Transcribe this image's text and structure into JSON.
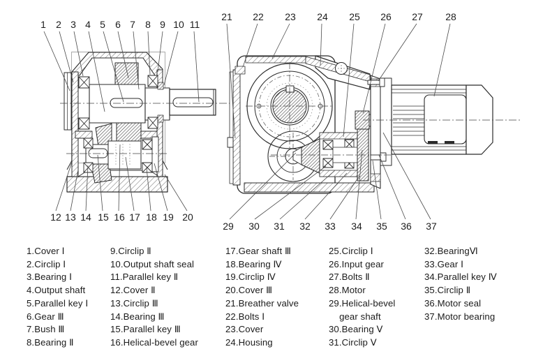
{
  "figure": {
    "type": "technical-cross-section",
    "subject": "helical-bevel gearmotor assembly, two section views with numbered parts"
  },
  "colors": {
    "background": "#ffffff",
    "line": "#2b2b2b",
    "hatch": "#666666",
    "text": "#1b1b1b"
  },
  "diagram": {
    "callouts": [
      "1",
      "2",
      "3",
      "4",
      "5",
      "6",
      "7",
      "8",
      "9",
      "10",
      "11",
      "12",
      "13",
      "14",
      "15",
      "16",
      "17",
      "18",
      "19",
      "20",
      "21",
      "22",
      "23",
      "24",
      "25",
      "26",
      "27",
      "28",
      "29",
      "30",
      "31",
      "32",
      "33",
      "34",
      "35",
      "36",
      "37"
    ]
  },
  "legend": {
    "columns": [
      {
        "items": [
          "1.Cover Ⅰ",
          "2.Circlip Ⅰ",
          "3.Bearing Ⅰ",
          "4.Output shaft",
          "5.Parallel key Ⅰ",
          "6.Gear Ⅲ",
          "7.Bush Ⅲ",
          "8.Bearing Ⅱ"
        ]
      },
      {
        "items": [
          "9.Circlip Ⅱ",
          "10.Output shaft seal",
          "11.Parallel key Ⅱ",
          "12.Cover Ⅱ",
          "13.Circlip Ⅲ",
          "14.Bearing Ⅲ",
          "15.Parallel key Ⅲ",
          "16.Helical-bevel gear"
        ]
      },
      {
        "items": [
          "17.Gear shaft Ⅲ",
          "18.Bearing Ⅳ",
          "19.Circlip Ⅳ",
          "20.Cover Ⅲ",
          "21.Breather valve",
          "22.Bolts Ⅰ",
          "23.Cover",
          "24.Housing"
        ]
      },
      {
        "items": [
          "25.Circlip Ⅰ",
          "26.Input gear",
          "27.Bolts Ⅱ",
          "28.Motor",
          "29.Helical-bevel\n    gear shaft",
          "30.Bearing Ⅴ",
          "31.Circlip Ⅴ"
        ]
      },
      {
        "items": [
          "32.BearingⅥ",
          "33.Gear Ⅰ",
          "34.Parallel key Ⅳ",
          "35.Circlip Ⅱ",
          "36.Motor seal",
          "37.Motor bearing"
        ]
      }
    ]
  }
}
